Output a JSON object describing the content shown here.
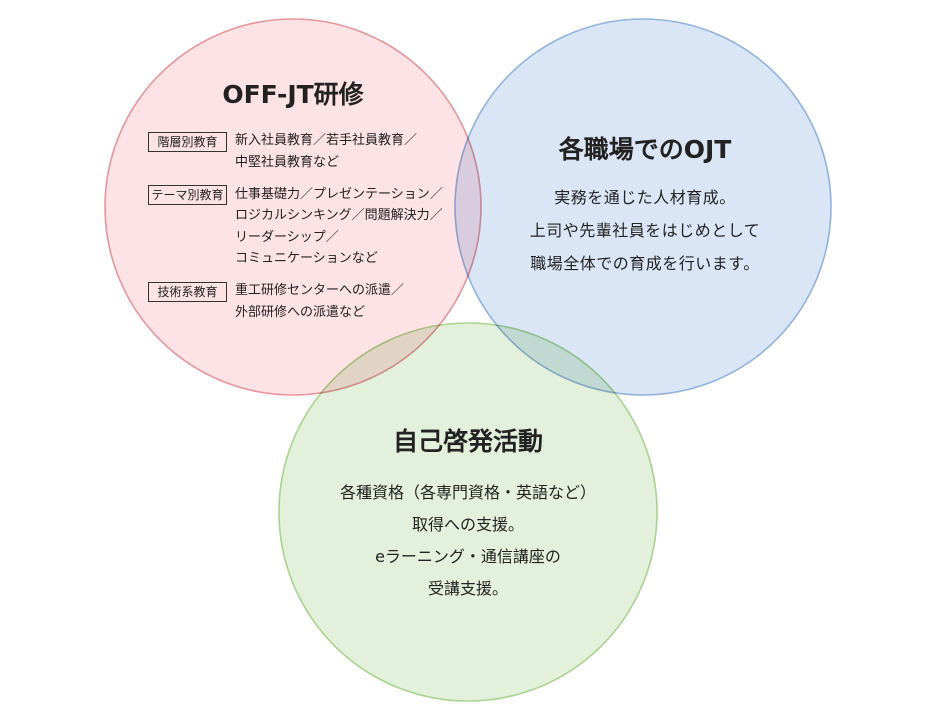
{
  "colors": {
    "off_jt_fill": "#fde2e6",
    "off_jt_stroke": "#e6959b",
    "ojt_fill": "#dae6f6",
    "ojt_stroke": "#92b2de",
    "self_development_fill": "#e3f0db",
    "self_development_stroke": "#a9d390"
  },
  "off_jt": {
    "title": "OFF-JT研修",
    "groups": [
      {
        "tag": "階層別教育",
        "lines": [
          "新入社員教育／若手社員教育／",
          "中堅社員教育など"
        ]
      },
      {
        "tag": "テーマ別教育",
        "lines": [
          "仕事基礎力／プレゼンテーション／",
          "ロジカルシンキング／問題解決力／",
          "リーダーシップ／",
          "コミュニケーションなど"
        ]
      },
      {
        "tag": "技術系教育",
        "lines": [
          "重工研修センターへの派遣／",
          "外部研修への派遣など"
        ]
      }
    ]
  },
  "ojt": {
    "title": "各職場でのOJT",
    "lines": [
      "実務を通じた人材育成。",
      "上司や先輩社員をはじめとして",
      "職場全体での育成を行います。"
    ]
  },
  "self_development": {
    "title": "自己啓発活動",
    "lines": [
      "各種資格（各専門資格・英語など）",
      "取得への支援。",
      "eラーニング・通信講座の",
      "受講支援。"
    ]
  }
}
